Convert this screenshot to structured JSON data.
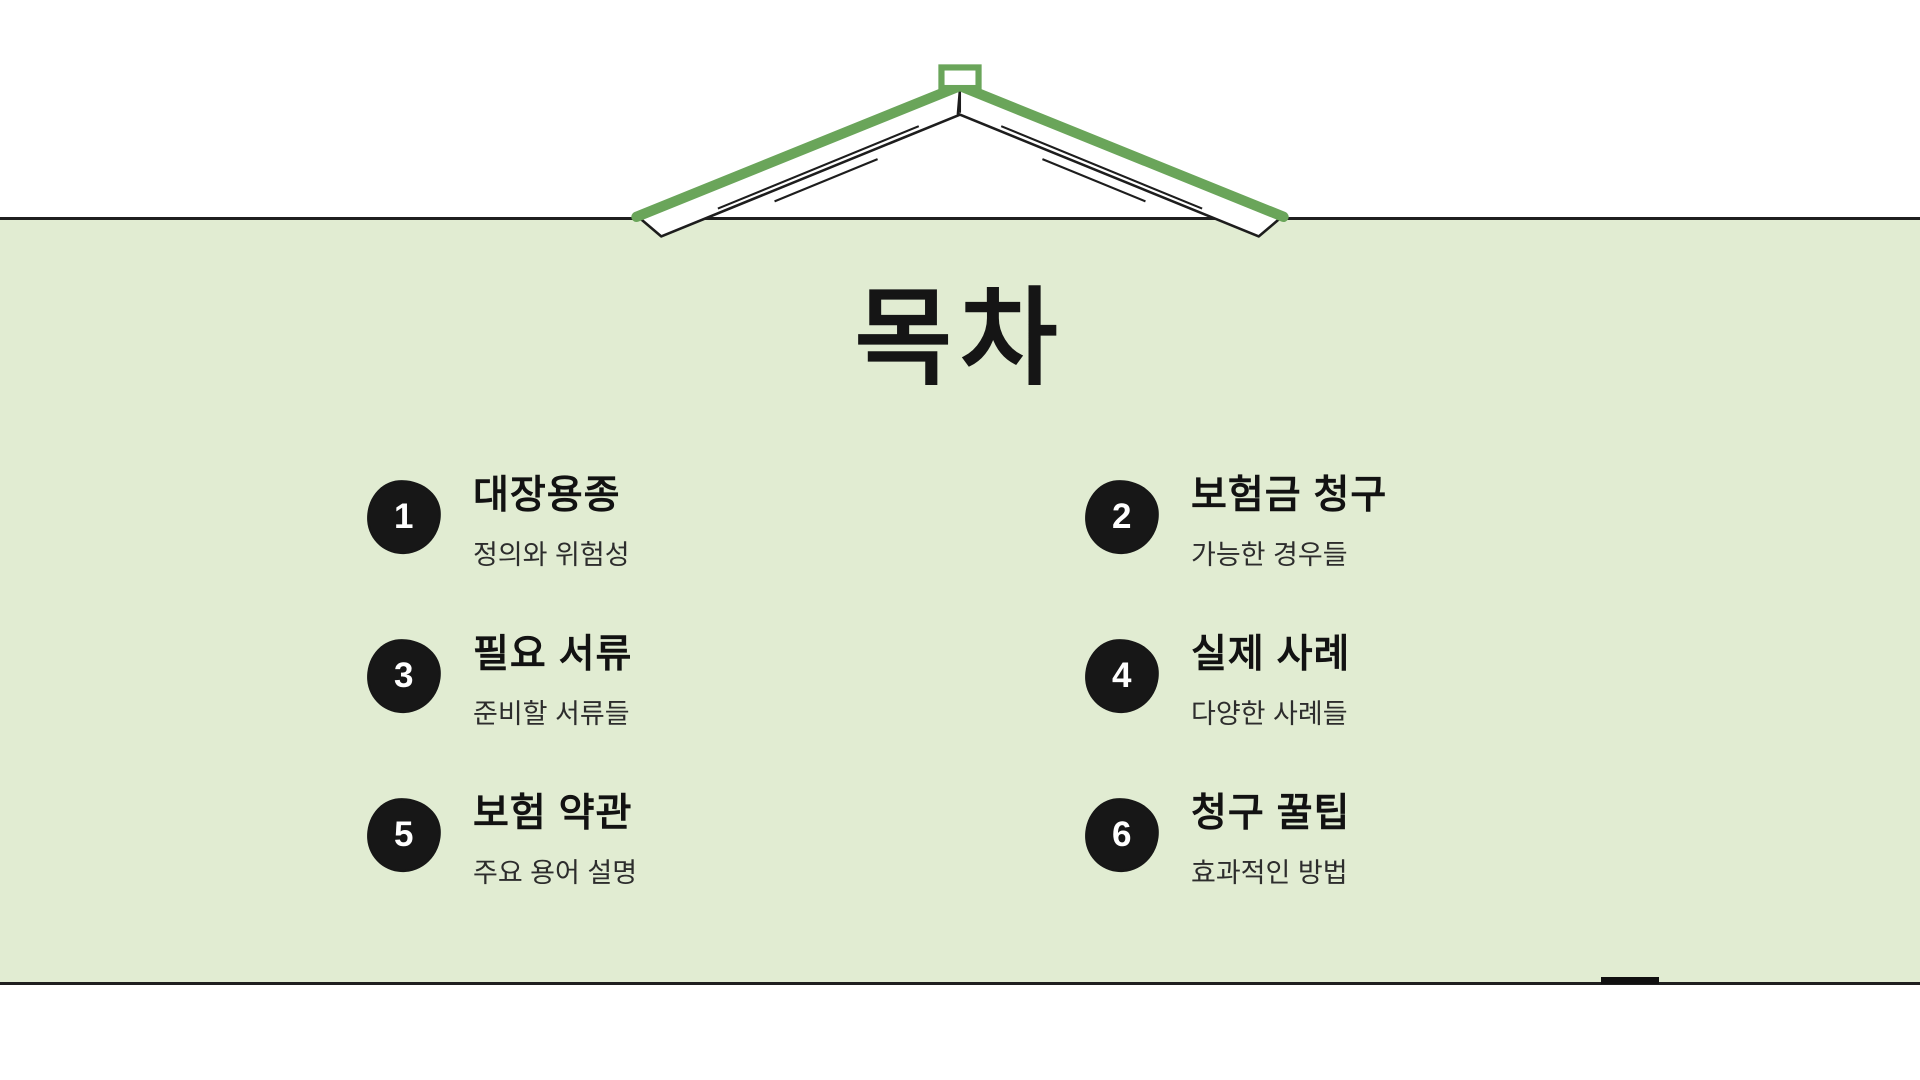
{
  "slide": {
    "title": "목차",
    "panel_color": "#e1ecd2",
    "accent_color": "#6aa55a"
  },
  "icons": {
    "book": "open-book-icon"
  },
  "toc": {
    "items": [
      {
        "number": "1",
        "title": "대장용종",
        "subtitle": "정의와 위험성"
      },
      {
        "number": "2",
        "title": "보험금 청구",
        "subtitle": "가능한 경우들"
      },
      {
        "number": "3",
        "title": "필요 서류",
        "subtitle": "준비할 서류들"
      },
      {
        "number": "4",
        "title": "실제 사례",
        "subtitle": "다양한 사례들"
      },
      {
        "number": "5",
        "title": "보험 약관",
        "subtitle": "주요 용어 설명"
      },
      {
        "number": "6",
        "title": "청구 꿀팁",
        "subtitle": "효과적인 방법"
      }
    ]
  }
}
